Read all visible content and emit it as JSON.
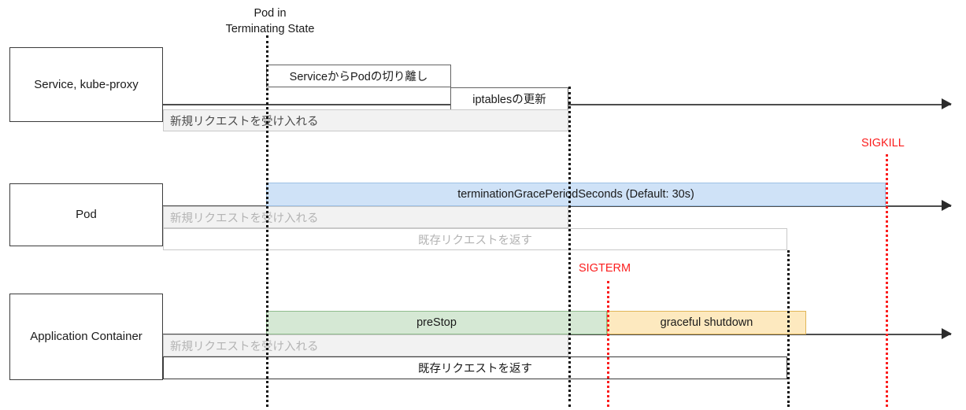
{
  "diagram": {
    "title_annotation": "Pod in\nTerminating State",
    "colors": {
      "signal_red": "#fb1d1d",
      "grace_blue": "#cfe2f7",
      "prestop_green": "#d5e8d4",
      "shutdown_orange": "#fde9bf",
      "accepting_gray": "#f2f2f2",
      "line_dark": "#3b3b3b"
    },
    "lanes": [
      {
        "id": "service-kube-proxy",
        "label": "Service,\nkube-proxy",
        "bars": [
          {
            "id": "service-detach-pod",
            "label": "ServiceからPodの切り離し",
            "style": "plain"
          },
          {
            "id": "iptables-update",
            "label": "iptablesの更新",
            "style": "plain"
          },
          {
            "id": "accept-new-requests",
            "label": "新規リクエストを受け入れる",
            "style": "gray-dark"
          }
        ]
      },
      {
        "id": "pod",
        "label": "Pod",
        "bars": [
          {
            "id": "termination-grace-period",
            "label": "terminationGracePeriodSeconds (Default: 30s)",
            "style": "blue"
          },
          {
            "id": "accept-new-requests",
            "label": "新規リクエストを受け入れる",
            "style": "gray-light"
          },
          {
            "id": "return-existing-requests",
            "label": "既存リクエストを返す",
            "style": "outline-gray"
          }
        ]
      },
      {
        "id": "application-container",
        "label": "Application Container",
        "bars": [
          {
            "id": "pre-stop",
            "label": "preStop",
            "style": "green"
          },
          {
            "id": "graceful-shutdown",
            "label": "graceful shutdown",
            "style": "orange"
          },
          {
            "id": "accept-new-requests",
            "label": "新規リクエストを受け入れる",
            "style": "gray-light"
          },
          {
            "id": "return-existing-requests",
            "label": "既存リクエストを返す",
            "style": "outline-dark"
          }
        ]
      }
    ],
    "signals": [
      {
        "id": "sigkill",
        "label": "SIGKILL"
      },
      {
        "id": "sigterm",
        "label": "SIGTERM"
      }
    ]
  }
}
